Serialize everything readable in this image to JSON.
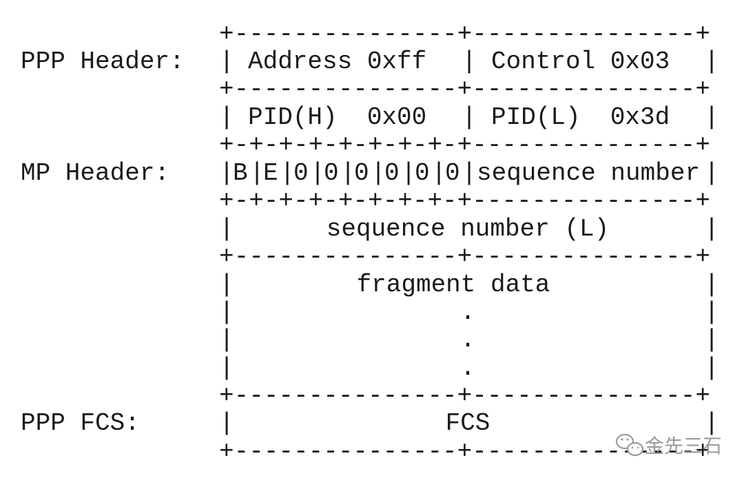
{
  "side_labels": {
    "ppp_header": "PPP Header:",
    "mp_header": "MP Header:",
    "ppp_fcs": "PPP FCS:"
  },
  "fields": {
    "address": "Address 0xff",
    "control": "Control 0x03",
    "pid_high": "PID(H)  0x00",
    "pid_low": "PID(L)  0x3d",
    "bit_b": "B",
    "bit_e": "E",
    "bit_zero": "0",
    "sequence_number_high": "sequence number",
    "sequence_number_low": "sequence number (L)",
    "fragment_data": "fragment data",
    "ellipsis_dot": ".",
    "fcs": "FCS"
  },
  "borders": {
    "plus": "+",
    "dash": "-",
    "pipe": "|"
  },
  "watermark": {
    "text": "金先三石"
  },
  "colors": {
    "text": "#1a1a1a",
    "background": "#ffffff",
    "watermark": "#9a9a9a"
  }
}
